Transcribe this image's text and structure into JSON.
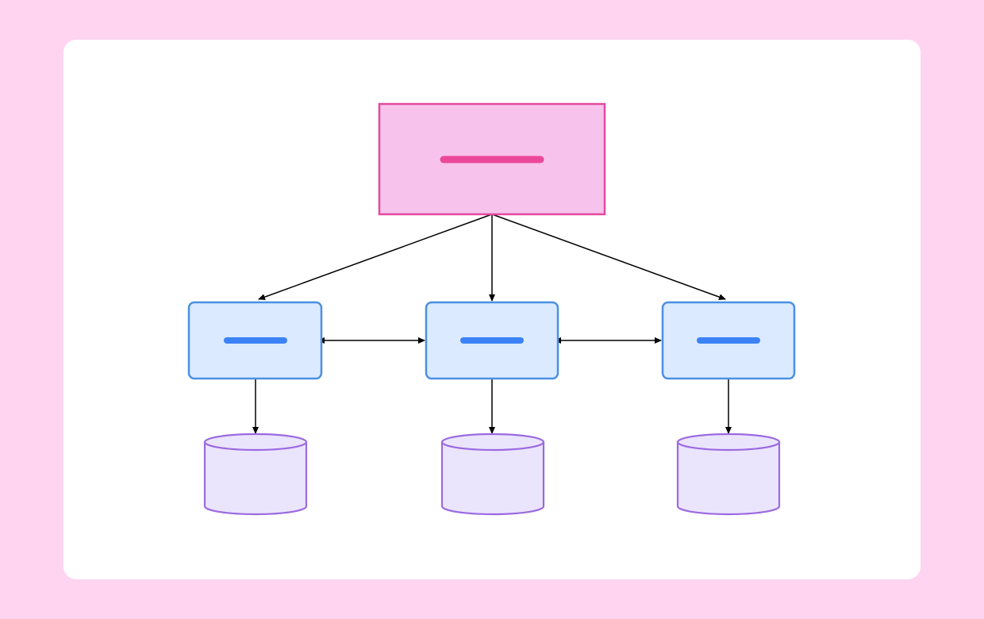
{
  "colors": {
    "page_background": "#ffd4f1",
    "card_background": "#ffffff",
    "top_node_fill": "#f7c3ec",
    "top_node_stroke": "#e24a9e",
    "top_node_label_bar": "#ec4899",
    "service_node_fill": "#dbeafe",
    "service_node_stroke": "#4a90e2",
    "service_node_label_bar": "#3b82f6",
    "database_fill": "#ebe4fd",
    "database_stroke": "#9b6ae0",
    "edge_stroke": "#000000"
  },
  "diagram": {
    "top_node": {
      "id": "top",
      "label": ""
    },
    "service_nodes": [
      {
        "id": "service-1",
        "label": ""
      },
      {
        "id": "service-2",
        "label": ""
      },
      {
        "id": "service-3",
        "label": ""
      }
    ],
    "databases": [
      {
        "id": "db-1",
        "label": ""
      },
      {
        "id": "db-2",
        "label": ""
      },
      {
        "id": "db-3",
        "label": ""
      }
    ],
    "edges": [
      {
        "from": "top",
        "to": "service-1",
        "direction": "forward"
      },
      {
        "from": "top",
        "to": "service-2",
        "direction": "forward"
      },
      {
        "from": "top",
        "to": "service-3",
        "direction": "forward"
      },
      {
        "from": "service-1",
        "to": "service-2",
        "direction": "both"
      },
      {
        "from": "service-2",
        "to": "service-3",
        "direction": "both"
      },
      {
        "from": "service-1",
        "to": "db-1",
        "direction": "forward"
      },
      {
        "from": "service-2",
        "to": "db-2",
        "direction": "forward"
      },
      {
        "from": "service-3",
        "to": "db-3",
        "direction": "forward"
      }
    ]
  }
}
